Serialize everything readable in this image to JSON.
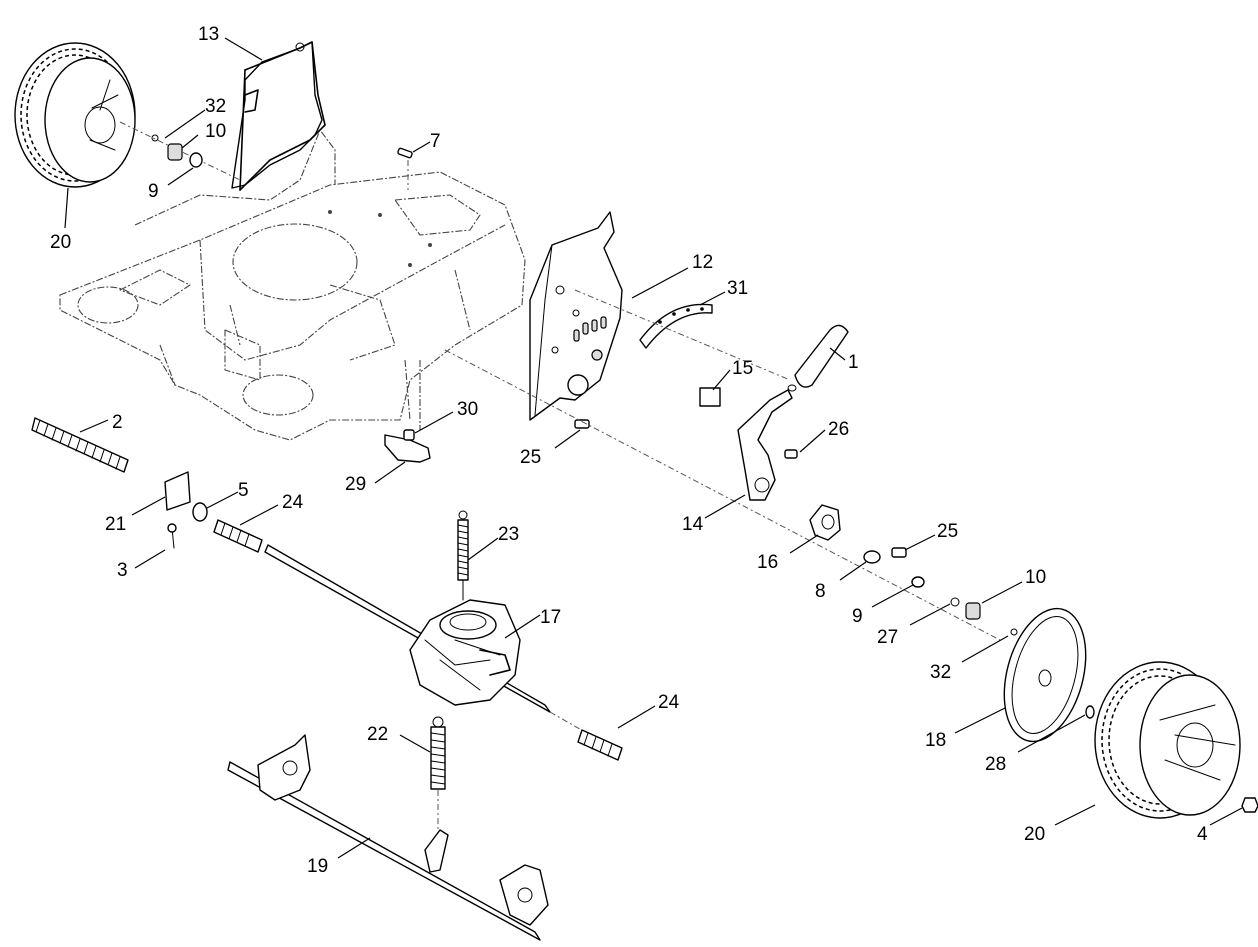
{
  "callouts": {
    "c1": "1",
    "c2": "2",
    "c3": "3",
    "c4": "4",
    "c5": "5",
    "c7": "7",
    "c8": "8",
    "c9a": "9",
    "c9b": "9",
    "c10a": "10",
    "c10b": "10",
    "c12": "12",
    "c13": "13",
    "c14": "14",
    "c15": "15",
    "c16": "16",
    "c17": "17",
    "c18": "18",
    "c19": "19",
    "c20a": "20",
    "c20b": "20",
    "c21": "21",
    "c22": "22",
    "c23": "23",
    "c24a": "24",
    "c24b": "24",
    "c25a": "25",
    "c25b": "25",
    "c26": "26",
    "c27": "27",
    "c28": "28",
    "c29": "29",
    "c30": "30",
    "c31": "31",
    "c32a": "32",
    "c32b": "32"
  }
}
